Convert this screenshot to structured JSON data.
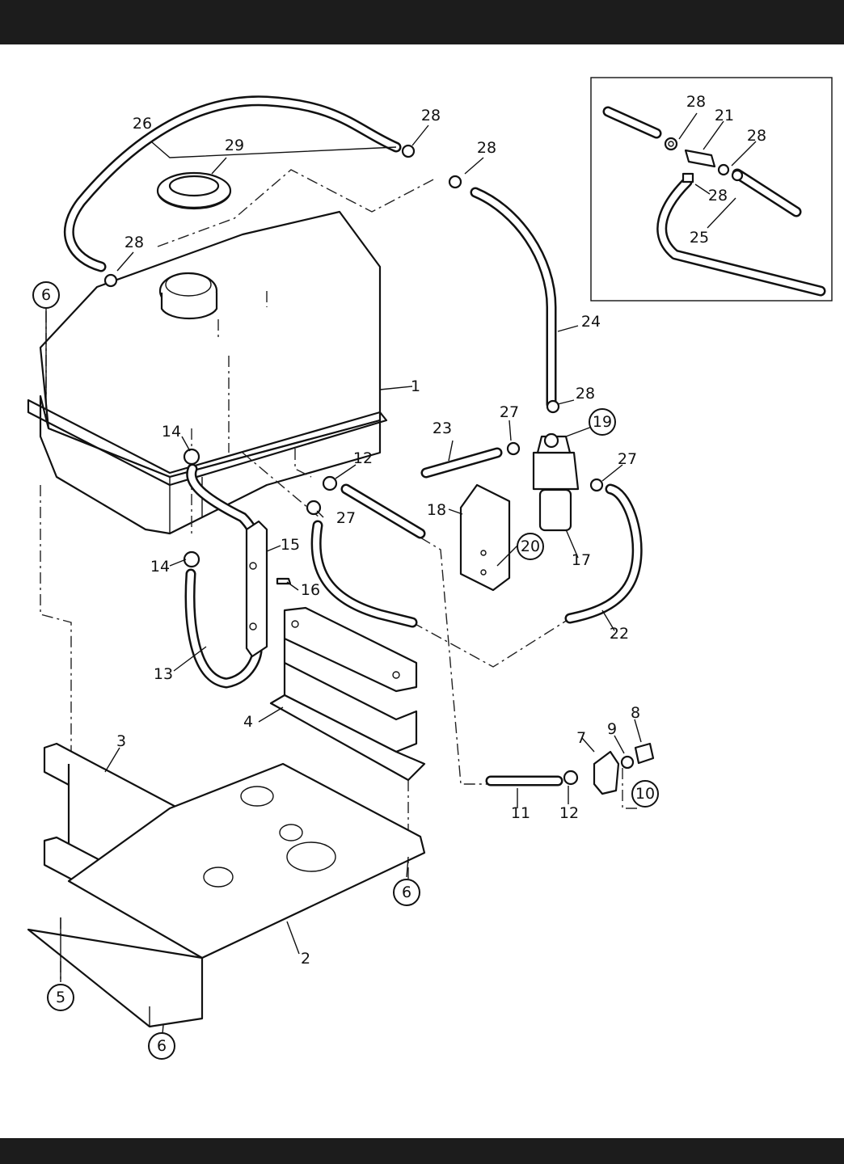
{
  "labels": {
    "l1": "1",
    "l2": "2",
    "l3": "3",
    "l4": "4",
    "l5": "5",
    "l6a": "6",
    "l6b": "6",
    "l6c": "6",
    "l7": "7",
    "l8": "8",
    "l9": "9",
    "l10": "10",
    "l11": "11",
    "l12a": "12",
    "l12b": "12",
    "l13": "13",
    "l14a": "14",
    "l14b": "14",
    "l15": "15",
    "l16": "16",
    "l17": "17",
    "l18": "18",
    "l19": "19",
    "l20": "20",
    "l21": "21",
    "l22": "22",
    "l23": "23",
    "l24": "24",
    "l25": "25",
    "l26": "26",
    "l27a": "27",
    "l27b": "27",
    "l27c": "27",
    "l28a": "28",
    "l28b": "28",
    "l28c": "28",
    "l28d": "28",
    "l28e": "28",
    "l28f": "28",
    "l28g": "28",
    "l29": "29"
  }
}
